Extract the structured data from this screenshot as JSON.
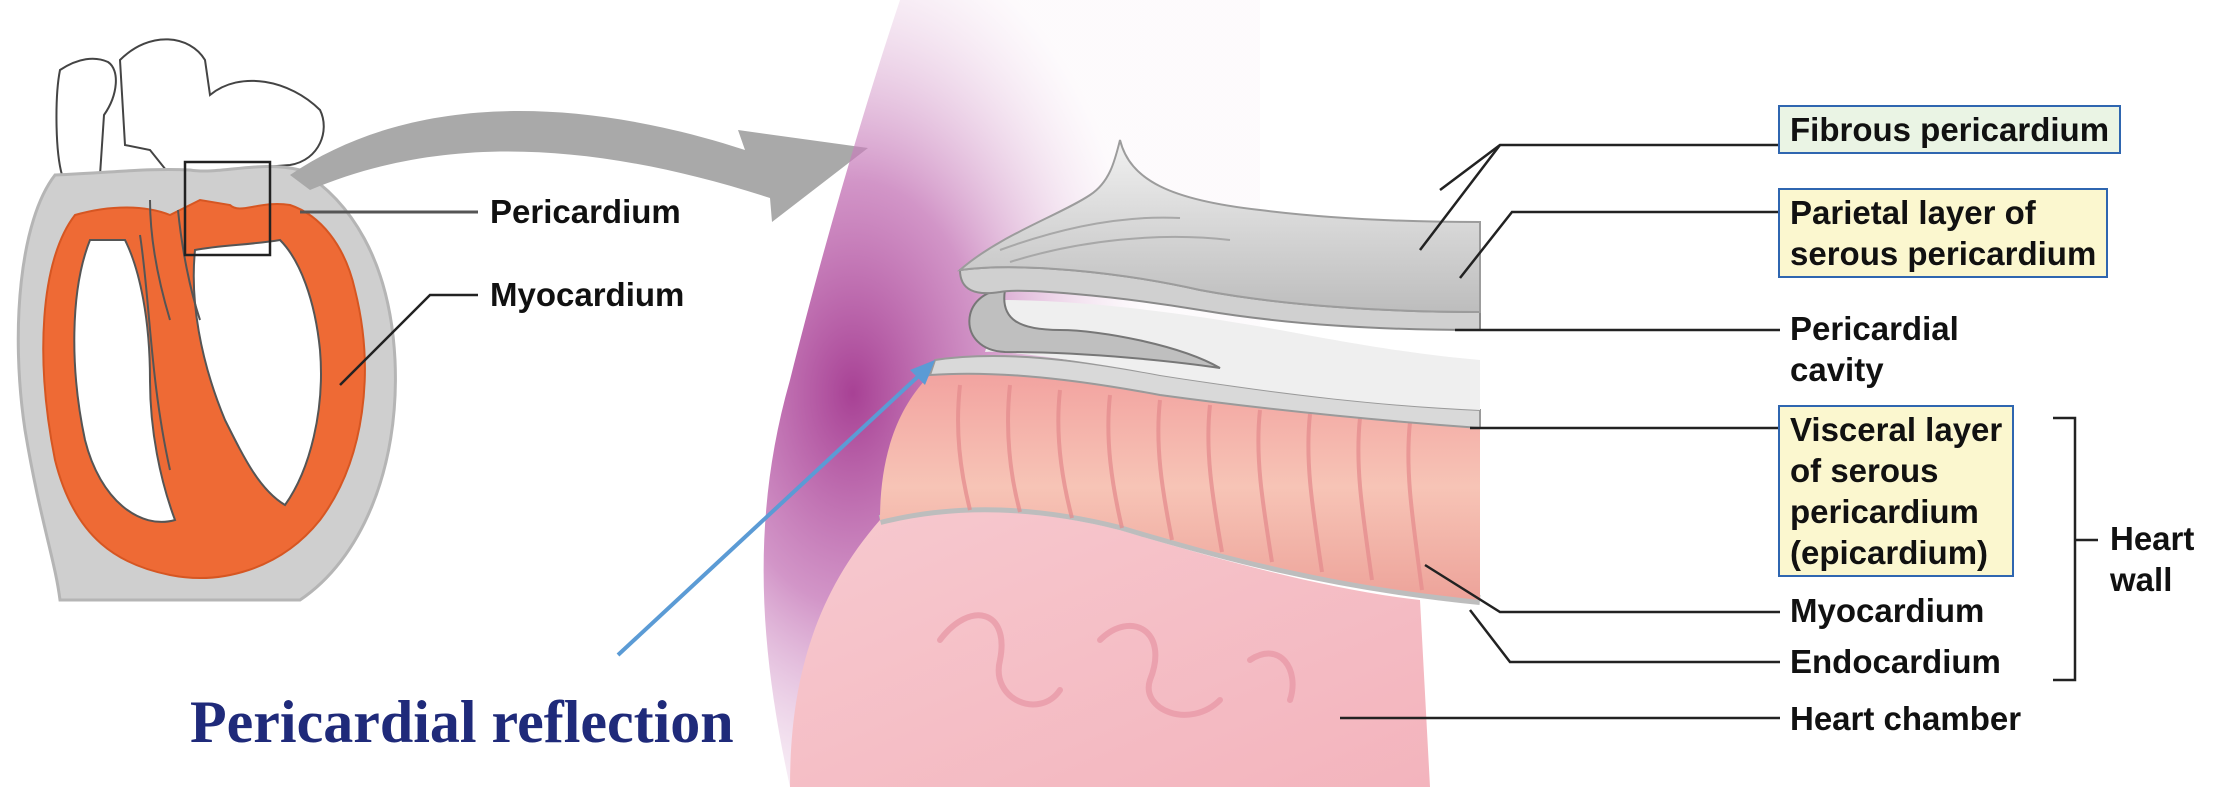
{
  "left_diagram": {
    "labels": {
      "pericardium": "Pericardium",
      "myocardium": "Myocardium"
    }
  },
  "detail_diagram": {
    "labels": {
      "fibrous_pericardium": "Fibrous pericardium",
      "parietal_layer_line1": "Parietal layer of",
      "parietal_layer_line2": "serous pericardium",
      "pericardial_cavity_line1": "Pericardial",
      "pericardial_cavity_line2": "cavity",
      "visceral_line1": "Visceral layer",
      "visceral_line2": "of serous",
      "visceral_line3": "pericardium",
      "visceral_line4": "(epicardium)",
      "myocardium": "Myocardium",
      "endocardium": "Endocardium",
      "heart_chamber": "Heart chamber",
      "heart_wall_line1": "Heart",
      "heart_wall_line2": "wall"
    }
  },
  "annotation": {
    "caption": "Pericardial reflection"
  },
  "colors": {
    "myocardium_orange": "#ee6a35",
    "pericardium_gray": "#c9c9c9",
    "arrow_gray": "#a9a9a9",
    "callout_blue": "#5b9bd5",
    "label_box_border": "#2f66b0",
    "caption_navy": "#1f2a7a"
  }
}
